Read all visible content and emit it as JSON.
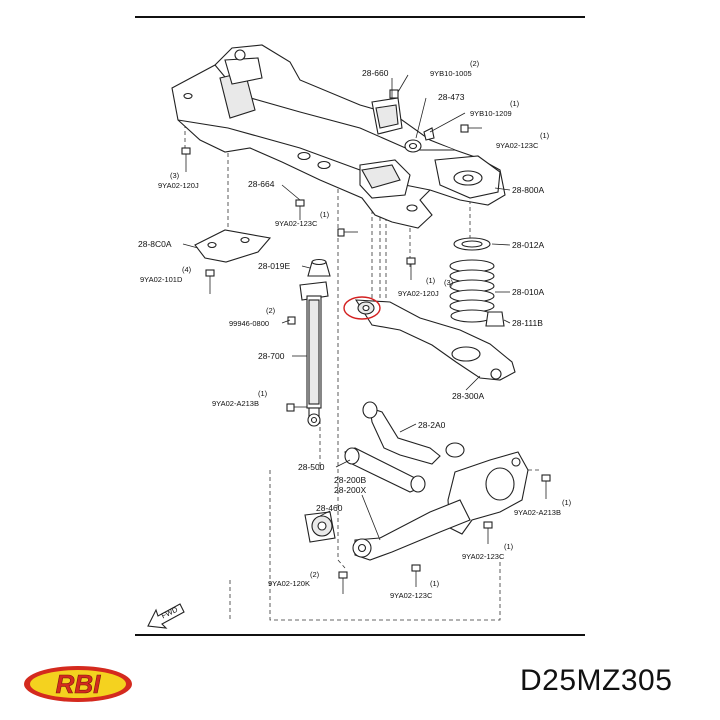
{
  "brand": {
    "logo_text": "RBI",
    "part_number": "D25MZ305"
  },
  "diagram": {
    "fwd_text": "FWD",
    "labels": [
      {
        "id": "l1",
        "text": "28-660"
      },
      {
        "id": "l2",
        "text": "(2)"
      },
      {
        "id": "l3",
        "text": "9YB10-1005"
      },
      {
        "id": "l4",
        "text": "28-473"
      },
      {
        "id": "l5",
        "text": "(1)"
      },
      {
        "id": "l6",
        "text": "9YB10-1209"
      },
      {
        "id": "l7",
        "text": "(1)"
      },
      {
        "id": "l8",
        "text": "9YA02-123C"
      },
      {
        "id": "l9",
        "text": "(3)"
      },
      {
        "id": "l10",
        "text": "9YA02-120J"
      },
      {
        "id": "l11",
        "text": "28-664"
      },
      {
        "id": "l12",
        "text": "28-800A"
      },
      {
        "id": "l13",
        "text": "(1)"
      },
      {
        "id": "l14",
        "text": "9YA02-123C"
      },
      {
        "id": "l15",
        "text": "28-8C0A"
      },
      {
        "id": "l16",
        "text": "28-012A"
      },
      {
        "id": "l17",
        "text": "(4)"
      },
      {
        "id": "l18",
        "text": "9YA02-101D"
      },
      {
        "id": "l19",
        "text": "28-019E"
      },
      {
        "id": "l20",
        "text": "(1)"
      },
      {
        "id": "l21",
        "text": "9YA02-120J"
      },
      {
        "id": "l22",
        "text": "(3)"
      },
      {
        "id": "l23",
        "text": "28-010A"
      },
      {
        "id": "l24",
        "text": "(2)"
      },
      {
        "id": "l25",
        "text": "99946-0800"
      },
      {
        "id": "l26",
        "text": "28-111B"
      },
      {
        "id": "l27",
        "text": "28-700"
      },
      {
        "id": "l28",
        "text": "28-300A"
      },
      {
        "id": "l29",
        "text": "(1)"
      },
      {
        "id": "l30",
        "text": "9YA02-A213B"
      },
      {
        "id": "l31",
        "text": "28-2A0"
      },
      {
        "id": "l32",
        "text": "28-500"
      },
      {
        "id": "l33",
        "text": "28-200B"
      },
      {
        "id": "l34",
        "text": "28-200X"
      },
      {
        "id": "l35",
        "text": "(1)"
      },
      {
        "id": "l36",
        "text": "9YA02-A213B"
      },
      {
        "id": "l37",
        "text": "28-460"
      },
      {
        "id": "l38",
        "text": "(1)"
      },
      {
        "id": "l39",
        "text": "9YA02-123C"
      },
      {
        "id": "l40",
        "text": "(2)"
      },
      {
        "id": "l41",
        "text": "9YA02-120K"
      },
      {
        "id": "l42",
        "text": "(1)"
      },
      {
        "id": "l43",
        "text": "9YA02-123C"
      }
    ]
  },
  "colors": {
    "highlight": "#d32020",
    "logo_red": "#d42a1e",
    "logo_yellow": "#f4d21f"
  }
}
